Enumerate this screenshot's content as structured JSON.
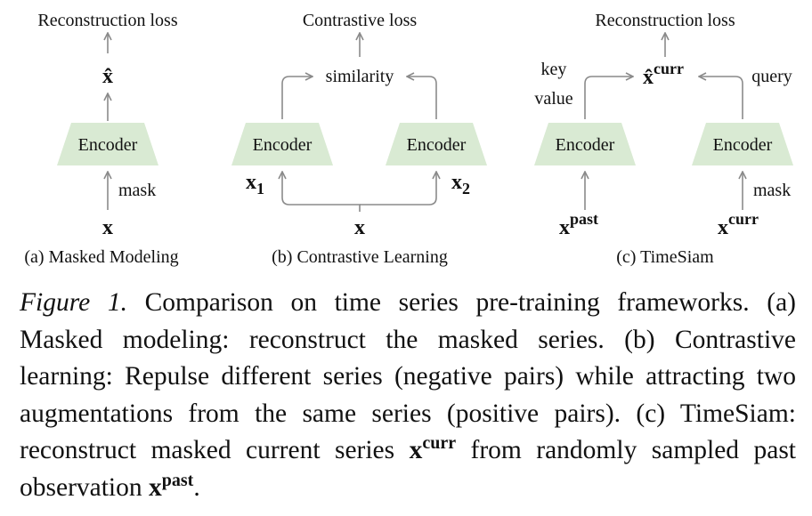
{
  "panel_a": {
    "top_label": "Reconstruction loss",
    "output": "x̂",
    "encoder": "Encoder",
    "edge_label": "mask",
    "input": "x",
    "caption": "(a) Masked Modeling"
  },
  "panel_b": {
    "top_label": "Contrastive loss",
    "similarity": "similarity",
    "encoder_left": "Encoder",
    "encoder_right": "Encoder",
    "x1_base": "x",
    "x1_sub": "1",
    "x2_base": "x",
    "x2_sub": "2",
    "input": "x",
    "caption": "(b) Contrastive Learning"
  },
  "panel_c": {
    "top_label": "Reconstruction loss",
    "output_base": "x̂",
    "output_sup": "curr",
    "key_label": "key",
    "value_label": "value",
    "query_label": "query",
    "encoder_left": "Encoder",
    "encoder_right": "Encoder",
    "mask_label": "mask",
    "past_base": "x",
    "past_sup": "past",
    "curr_base": "x",
    "curr_sup": "curr",
    "caption": "(c) TimeSiam"
  },
  "caption": {
    "figure_label": "Figure 1.",
    "part1": " Comparison on time series pre-training frameworks. (a) Masked modeling: reconstruct the masked series. (b) Contrastive learning: Repulse different series (negative pairs) while attracting two augmentations from the same series (positive pairs). (c) TimeSiam: reconstruct masked current series ",
    "curr_base": "x",
    "curr_sup": "curr",
    "part2": " from randomly sampled past observation ",
    "past_base": "x",
    "past_sup": "past",
    "part3": "."
  },
  "colors": {
    "encoder_fill": "#d9ead3",
    "arrow": "#8a8a8a"
  }
}
